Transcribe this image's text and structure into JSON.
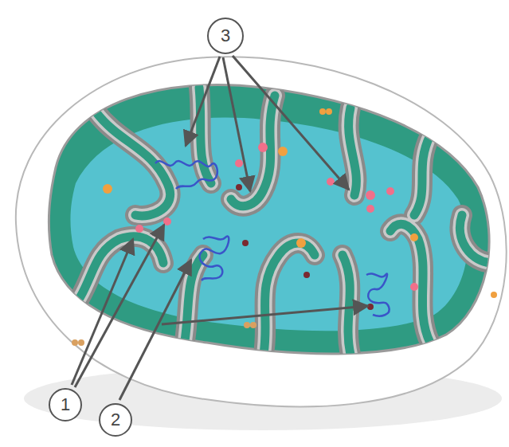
{
  "diagram": {
    "nodes": [
      {
        "text": [
          "3"
        ]
      },
      {
        "text": [
          "1"
        ]
      },
      {
        "text": [
          "2"
        ]
      }
    ]
  }
}
